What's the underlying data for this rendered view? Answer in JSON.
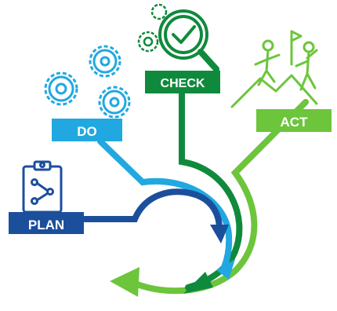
{
  "labels": {
    "plan": "PLAN",
    "do": "DO",
    "check": "CHECK",
    "act": "ACT"
  },
  "colors": {
    "plan": "#1b4f9c",
    "do": "#22a8e0",
    "check": "#0f8a3c",
    "act": "#6cc53b",
    "icon_stroke": "#ffffff"
  },
  "icons": {
    "plan": "clipboard-flow-icon",
    "do": "gears-icon",
    "check": "magnifier-checkmark-icon",
    "act": "climbers-flag-icon"
  }
}
